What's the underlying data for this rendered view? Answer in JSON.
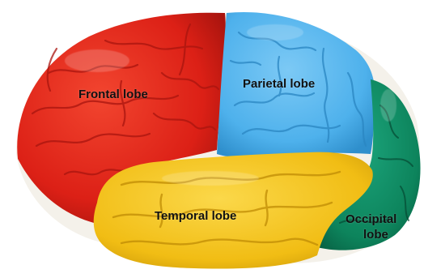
{
  "lobes": {
    "frontal": {
      "label": "Frontal lobe",
      "color": "#e8251b"
    },
    "parietal": {
      "label": "Parietal lobe",
      "color": "#56b6f0"
    },
    "temporal": {
      "label": "Temporal lobe",
      "color": "#f3c21c"
    },
    "occipital": {
      "label_line1": "Occipital",
      "label_line2": "lobe",
      "color": "#0e8a63"
    }
  },
  "background_color": "#ffffff"
}
